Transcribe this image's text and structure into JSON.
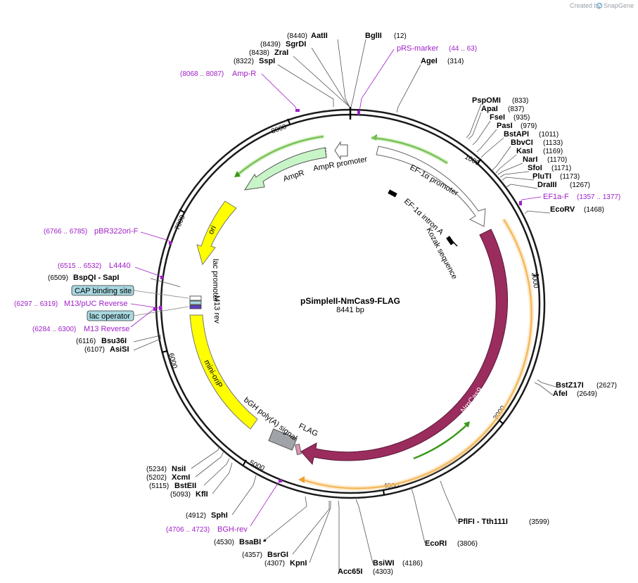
{
  "credit": "Created by",
  "credit_brand": "SnapGene",
  "plasmid": {
    "name": "pSimpleII-NmCas9-FLAG",
    "size_label": "8441 bp"
  },
  "sites": [
    {
      "name": "AatII",
      "pos": "(8440)"
    },
    {
      "name": "SgrDI",
      "pos": "(8439)"
    },
    {
      "name": "ZraI",
      "pos": "(8438)"
    },
    {
      "name": "SspI",
      "pos": "(8322)"
    },
    {
      "name": "BglII",
      "pos": "(12)"
    },
    {
      "name": "AgeI",
      "pos": "(314)"
    },
    {
      "name": "PspOMI",
      "pos": "(833)"
    },
    {
      "name": "ApaI",
      "pos": "(837)"
    },
    {
      "name": "FseI",
      "pos": "(935)"
    },
    {
      "name": "PasI",
      "pos": "(979)"
    },
    {
      "name": "BstAPI",
      "pos": "(1011)"
    },
    {
      "name": "BbvCI",
      "pos": "(1133)"
    },
    {
      "name": "KasI",
      "pos": "(1169)"
    },
    {
      "name": "NarI",
      "pos": "(1170)"
    },
    {
      "name": "SfoI",
      "pos": "(1171)"
    },
    {
      "name": "PluTI",
      "pos": "(1173)"
    },
    {
      "name": "DraIII",
      "pos": "(1267)"
    },
    {
      "name": "EcoRV",
      "pos": "(1468)"
    },
    {
      "name": "BstZ17I",
      "pos": "(2627)"
    },
    {
      "name": "AfeI",
      "pos": "(2649)"
    },
    {
      "name": "PflFI - Tth111I",
      "pos": "(3599)"
    },
    {
      "name": "EcoRI",
      "pos": "(3806)"
    },
    {
      "name": "BsiWI",
      "pos": "(4186)"
    },
    {
      "name": "Acc65I",
      "pos": "(4303)"
    },
    {
      "name": "KpnI",
      "pos": "(4307)"
    },
    {
      "name": "BsrGI",
      "pos": "(4357)"
    },
    {
      "name": "BsaBI *",
      "pos": "(4530)"
    },
    {
      "name": "SphI",
      "pos": "(4912)"
    },
    {
      "name": "KflI",
      "pos": "(5093)"
    },
    {
      "name": "BstEII",
      "pos": "(5115)"
    },
    {
      "name": "XcmI",
      "pos": "(5202)"
    },
    {
      "name": "NsiI",
      "pos": "(5234)"
    },
    {
      "name": "AsiSI",
      "pos": "(6107)"
    },
    {
      "name": "Bsu36I",
      "pos": "(6116)"
    },
    {
      "name": "BspQI - SapI",
      "pos": "(6509)"
    }
  ],
  "primers": [
    {
      "name": "pRS-marker",
      "range": "(44 .. 63)"
    },
    {
      "name": "Amp-R",
      "range": "(8068 .. 8087)"
    },
    {
      "name": "EF1a-F",
      "range": "(1357 .. 1377)"
    },
    {
      "name": "pBR322ori-F",
      "range": "(6766 .. 6785)"
    },
    {
      "name": "L4440",
      "range": "(6515 .. 6532)"
    },
    {
      "name": "M13/pUC Reverse",
      "range": "(6297 .. 6319)"
    },
    {
      "name": "M13 Reverse",
      "range": "(6284 .. 6300)"
    },
    {
      "name": "BGH-rev",
      "range": "(4706 .. 4723)"
    }
  ],
  "features": {
    "ampr_promoter": "AmpR promoter",
    "ampr": "AmpR",
    "ori": "ori",
    "ef1a_promoter": "EF-1α promoter",
    "ef1a_intron": "EF-1α intron A",
    "kozak": "Kozak sequence",
    "nmcas9": "NmCas9",
    "flag": "FLAG",
    "bgh": "bGH poly(A) signal",
    "minioriP": "mini-oriP",
    "lac_promoter": "lac promoter",
    "m13_rev": "M13 rev",
    "cap_site": "CAP binding site",
    "lac_operator": "lac operator"
  },
  "ticks": [
    "1000",
    "2000",
    "3000",
    "4000",
    "5000",
    "6000",
    "7000",
    "8000"
  ],
  "colors": {
    "backbone": "#1a1a1a",
    "primer": "#a020c8",
    "ampr_fill": "#c8f5c8",
    "nmcas9_fill": "#9b2c5e",
    "minioriP_fill": "#ffff00",
    "ori_fill": "#ffff00",
    "bgh_fill": "#a0a4a8",
    "orf_line_green": "#3a9a1a",
    "orf_line_orange": "#f0a030",
    "misc_box": "#a8d8e0"
  }
}
